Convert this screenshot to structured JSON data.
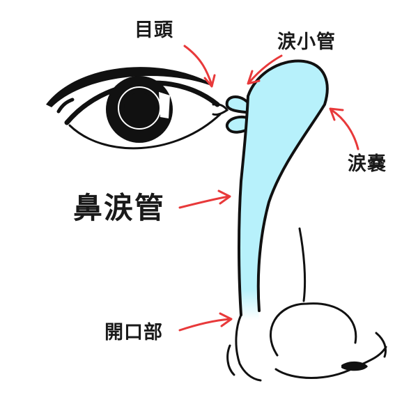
{
  "labels": {
    "inner_corner": "目頭",
    "lacrimal_canaliculus": "涙小管",
    "lacrimal_sac": "涙嚢",
    "nasolacrimal_duct": "鼻涙管",
    "opening": "開口部"
  },
  "colors": {
    "duct_fill": "#b7f1fb",
    "line": "#111111",
    "arrow": "#e8393a",
    "text": "#1a1a1a",
    "background": "#ffffff"
  },
  "icons": {
    "eye": "eye-icon",
    "nose": "nose-icon",
    "arrow": "arrow-icon"
  }
}
